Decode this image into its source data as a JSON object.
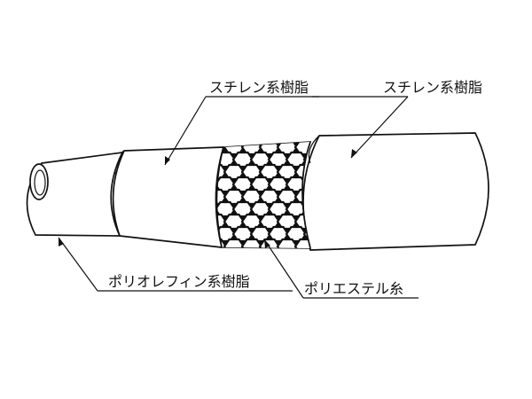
{
  "labels": {
    "outer_cover": "スチレン系樹脂",
    "middle_layer": "スチレン系樹脂",
    "inner_tube": "ポリオレフィン系樹脂",
    "reinforcement": "ポリエステル糸"
  },
  "colors": {
    "line": "#111111",
    "background": "#ffffff",
    "braid_fill": "#111111"
  }
}
